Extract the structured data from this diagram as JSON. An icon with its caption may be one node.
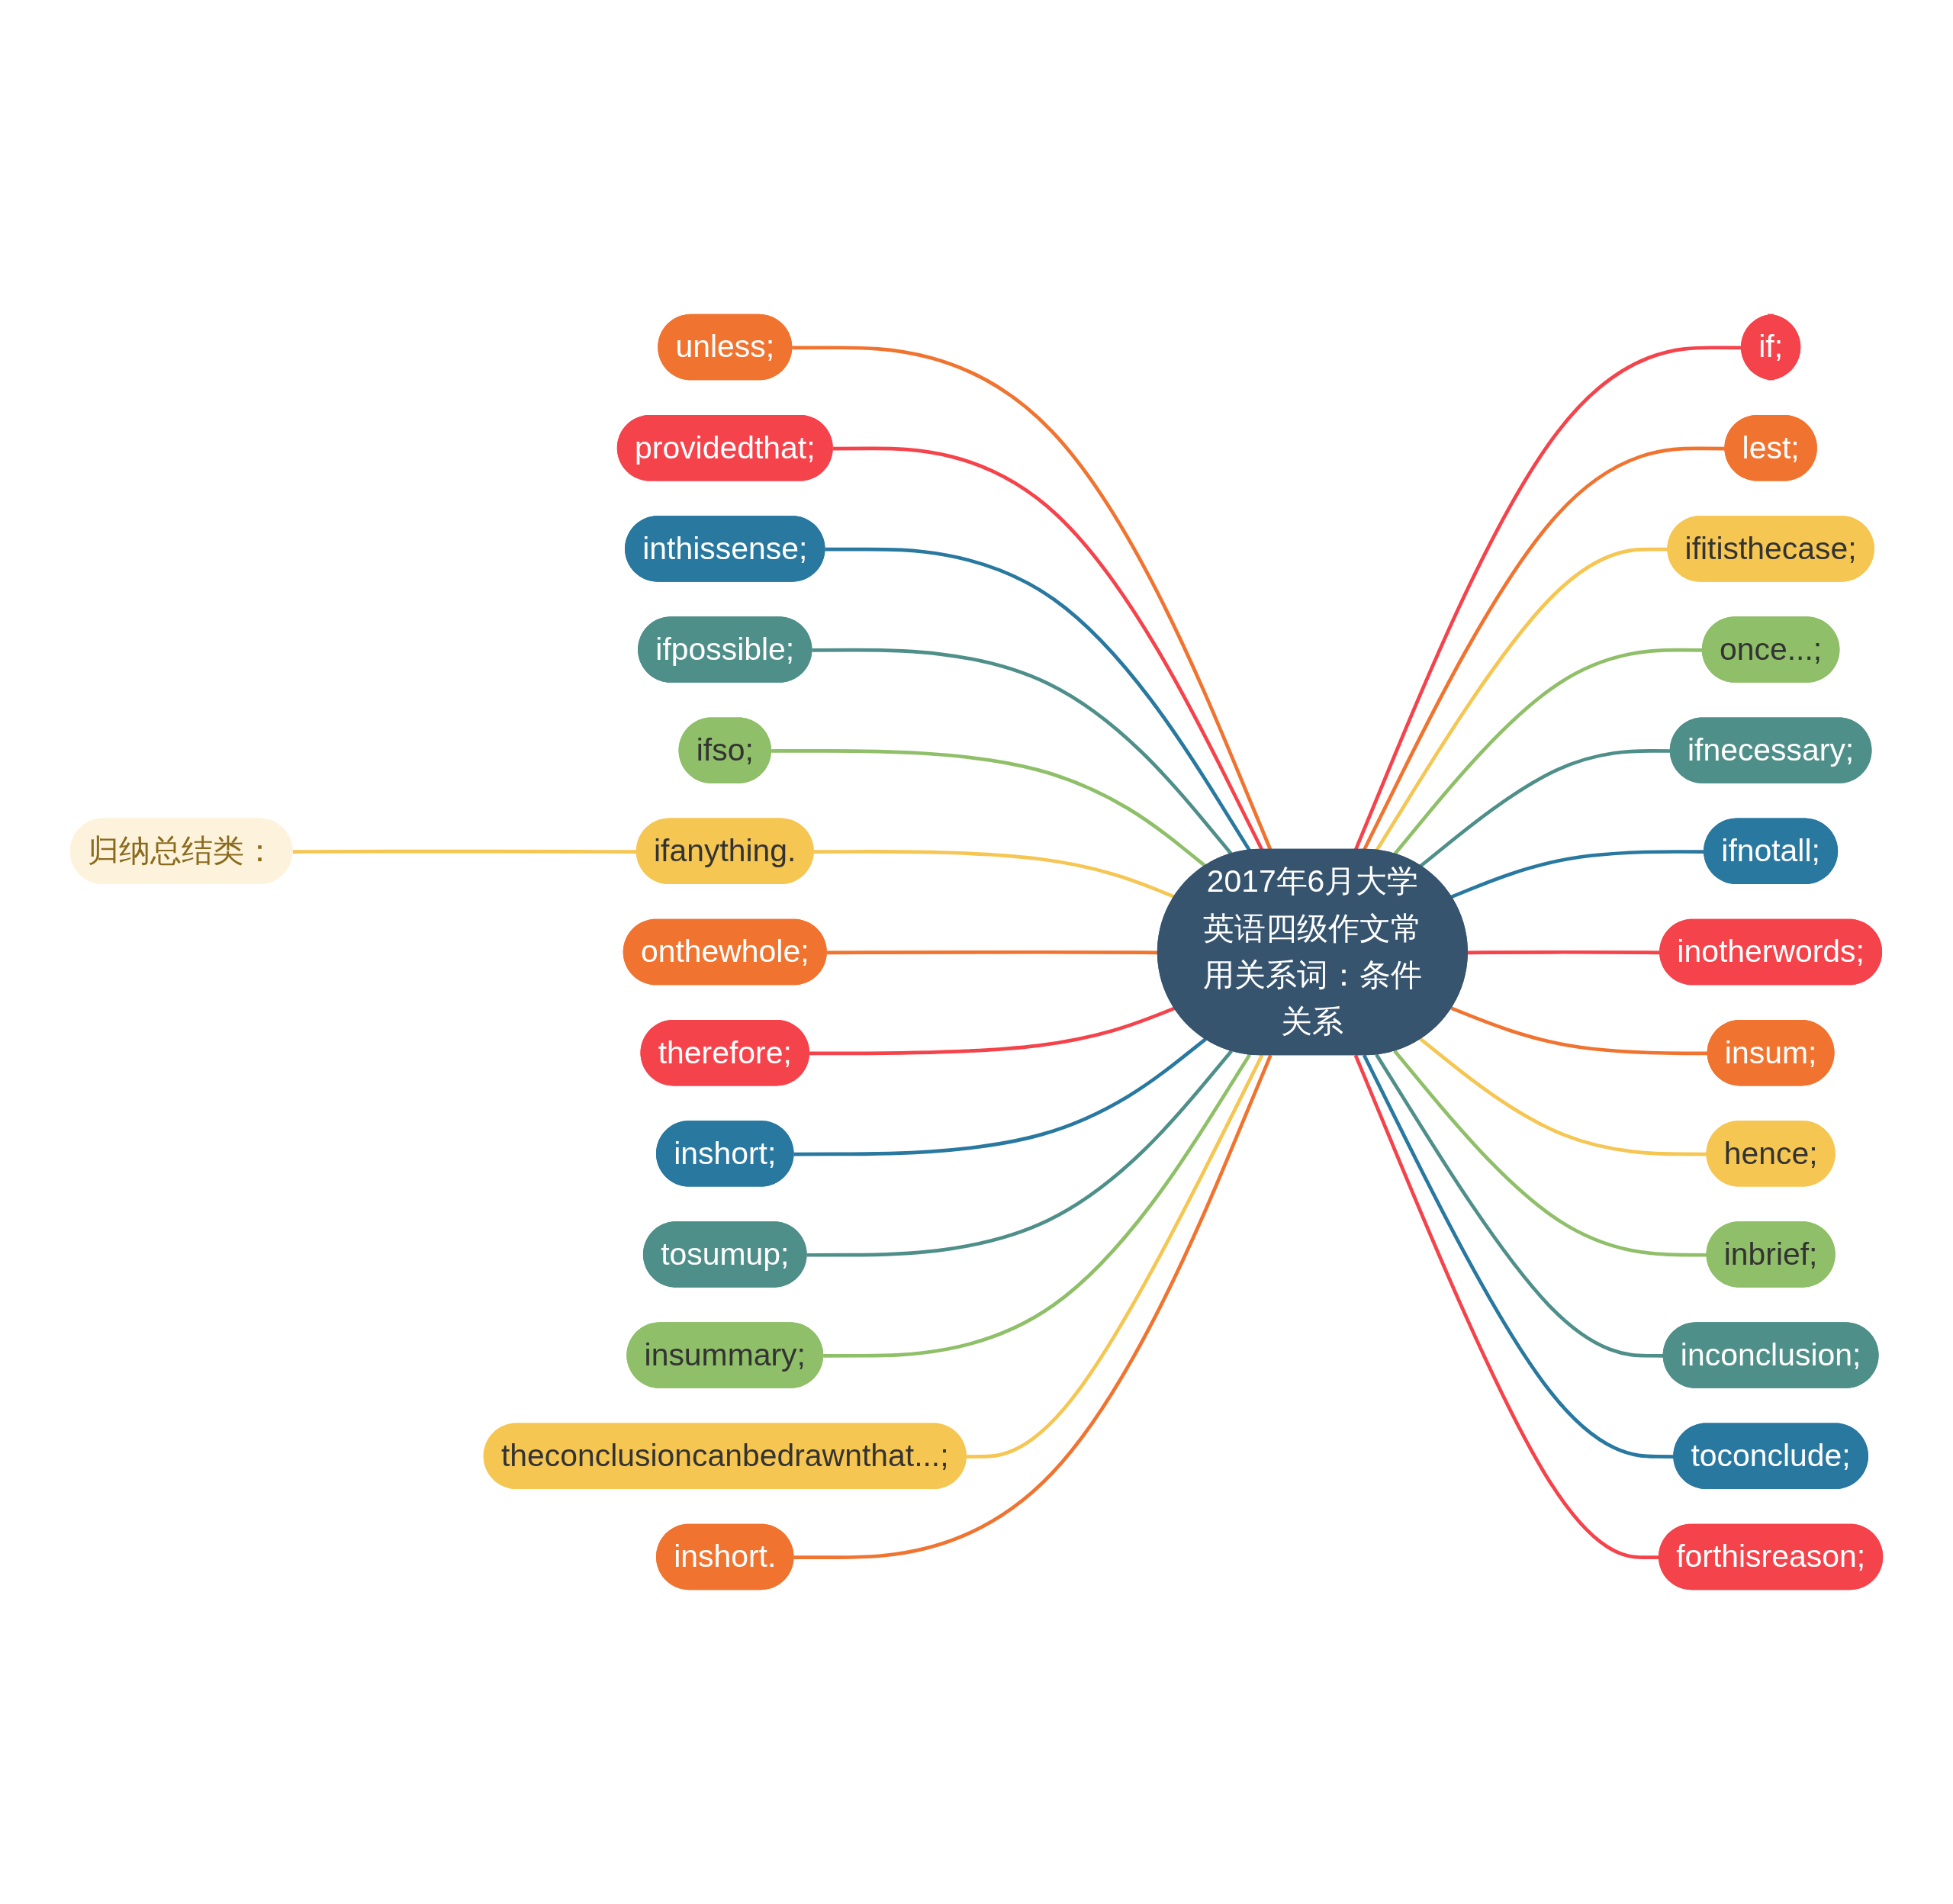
{
  "diagram": {
    "nodes": [
      {
        "text": [
          "2017年6月大学英语四级作文常用关系词：条件关系"
        ]
      },
      {
        "text": [
          "if;"
        ]
      },
      {
        "text": [
          "lest;"
        ]
      },
      {
        "text": [
          "ifitisthecase;"
        ]
      },
      {
        "text": [
          "once...;"
        ]
      },
      {
        "text": [
          "ifnecessary;"
        ]
      },
      {
        "text": [
          "ifnotall;"
        ]
      },
      {
        "text": [
          "inotherwords;"
        ]
      },
      {
        "text": [
          "insum;"
        ]
      },
      {
        "text": [
          "hence;"
        ]
      },
      {
        "text": [
          "inbrief;"
        ]
      },
      {
        "text": [
          "inconclusion;"
        ]
      },
      {
        "text": [
          "toconclude;"
        ]
      },
      {
        "text": [
          "forthisreason;"
        ]
      },
      {
        "text": [
          "unless;"
        ]
      },
      {
        "text": [
          "providedthat;"
        ]
      },
      {
        "text": [
          "inthissense;"
        ]
      },
      {
        "text": [
          "ifpossible;"
        ]
      },
      {
        "text": [
          "ifso;"
        ]
      },
      {
        "text": [
          "ifanything."
        ]
      },
      {
        "text": [
          "onthewhole;"
        ]
      },
      {
        "text": [
          "therefore;"
        ]
      },
      {
        "text": [
          "inshort;"
        ]
      },
      {
        "text": [
          "tosumup;"
        ]
      },
      {
        "text": [
          "insummary;"
        ]
      },
      {
        "text": [
          "theconclusioncanbedrawnthat...;"
        ]
      },
      {
        "text": [
          "inshort."
        ]
      },
      {
        "text": [
          "归纳总结类："
        ]
      }
    ],
    "edges": [
      {
        "from": 0,
        "to": 1,
        "arrow": "none",
        "color": "#f5434b"
      },
      {
        "from": 0,
        "to": 2,
        "arrow": "none",
        "color": "#f07430"
      },
      {
        "from": 0,
        "to": 3,
        "arrow": "none",
        "color": "#f6c652"
      },
      {
        "from": 0,
        "to": 4,
        "arrow": "none",
        "color": "#8fbf68"
      },
      {
        "from": 0,
        "to": 5,
        "arrow": "none",
        "color": "#4f8f89"
      },
      {
        "from": 0,
        "to": 6,
        "arrow": "none",
        "color": "#2878a0"
      },
      {
        "from": 0,
        "to": 7,
        "arrow": "none",
        "color": "#f5434b"
      },
      {
        "from": 0,
        "to": 8,
        "arrow": "none",
        "color": "#f07430"
      },
      {
        "from": 0,
        "to": 9,
        "arrow": "none",
        "color": "#f6c652"
      },
      {
        "from": 0,
        "to": 10,
        "arrow": "none",
        "color": "#8fbf68"
      },
      {
        "from": 0,
        "to": 11,
        "arrow": "none",
        "color": "#4f8f89"
      },
      {
        "from": 0,
        "to": 12,
        "arrow": "none",
        "color": "#2878a0"
      },
      {
        "from": 0,
        "to": 13,
        "arrow": "none",
        "color": "#f5434b"
      },
      {
        "from": 0,
        "to": 14,
        "arrow": "none",
        "color": "#f07430"
      },
      {
        "from": 0,
        "to": 15,
        "arrow": "none",
        "color": "#f5434b"
      },
      {
        "from": 0,
        "to": 16,
        "arrow": "none",
        "color": "#2878a0"
      },
      {
        "from": 0,
        "to": 17,
        "arrow": "none",
        "color": "#4f8f89"
      },
      {
        "from": 0,
        "to": 18,
        "arrow": "none",
        "color": "#8fbf68"
      },
      {
        "from": 0,
        "to": 19,
        "arrow": "none",
        "color": "#f6c652"
      },
      {
        "from": 0,
        "to": 20,
        "arrow": "none",
        "color": "#f07430"
      },
      {
        "from": 0,
        "to": 21,
        "arrow": "none",
        "color": "#f5434b"
      },
      {
        "from": 0,
        "to": 22,
        "arrow": "none",
        "color": "#2878a0"
      },
      {
        "from": 0,
        "to": 23,
        "arrow": "none",
        "color": "#4f8f89"
      },
      {
        "from": 0,
        "to": 24,
        "arrow": "none",
        "color": "#8fbf68"
      },
      {
        "from": 0,
        "to": 25,
        "arrow": "none",
        "color": "#f6c652"
      },
      {
        "from": 0,
        "to": 26,
        "arrow": "none",
        "color": "#f07430"
      },
      {
        "from": 19,
        "to": 27,
        "arrow": "none",
        "color": "#f6c652"
      }
    ]
  }
}
